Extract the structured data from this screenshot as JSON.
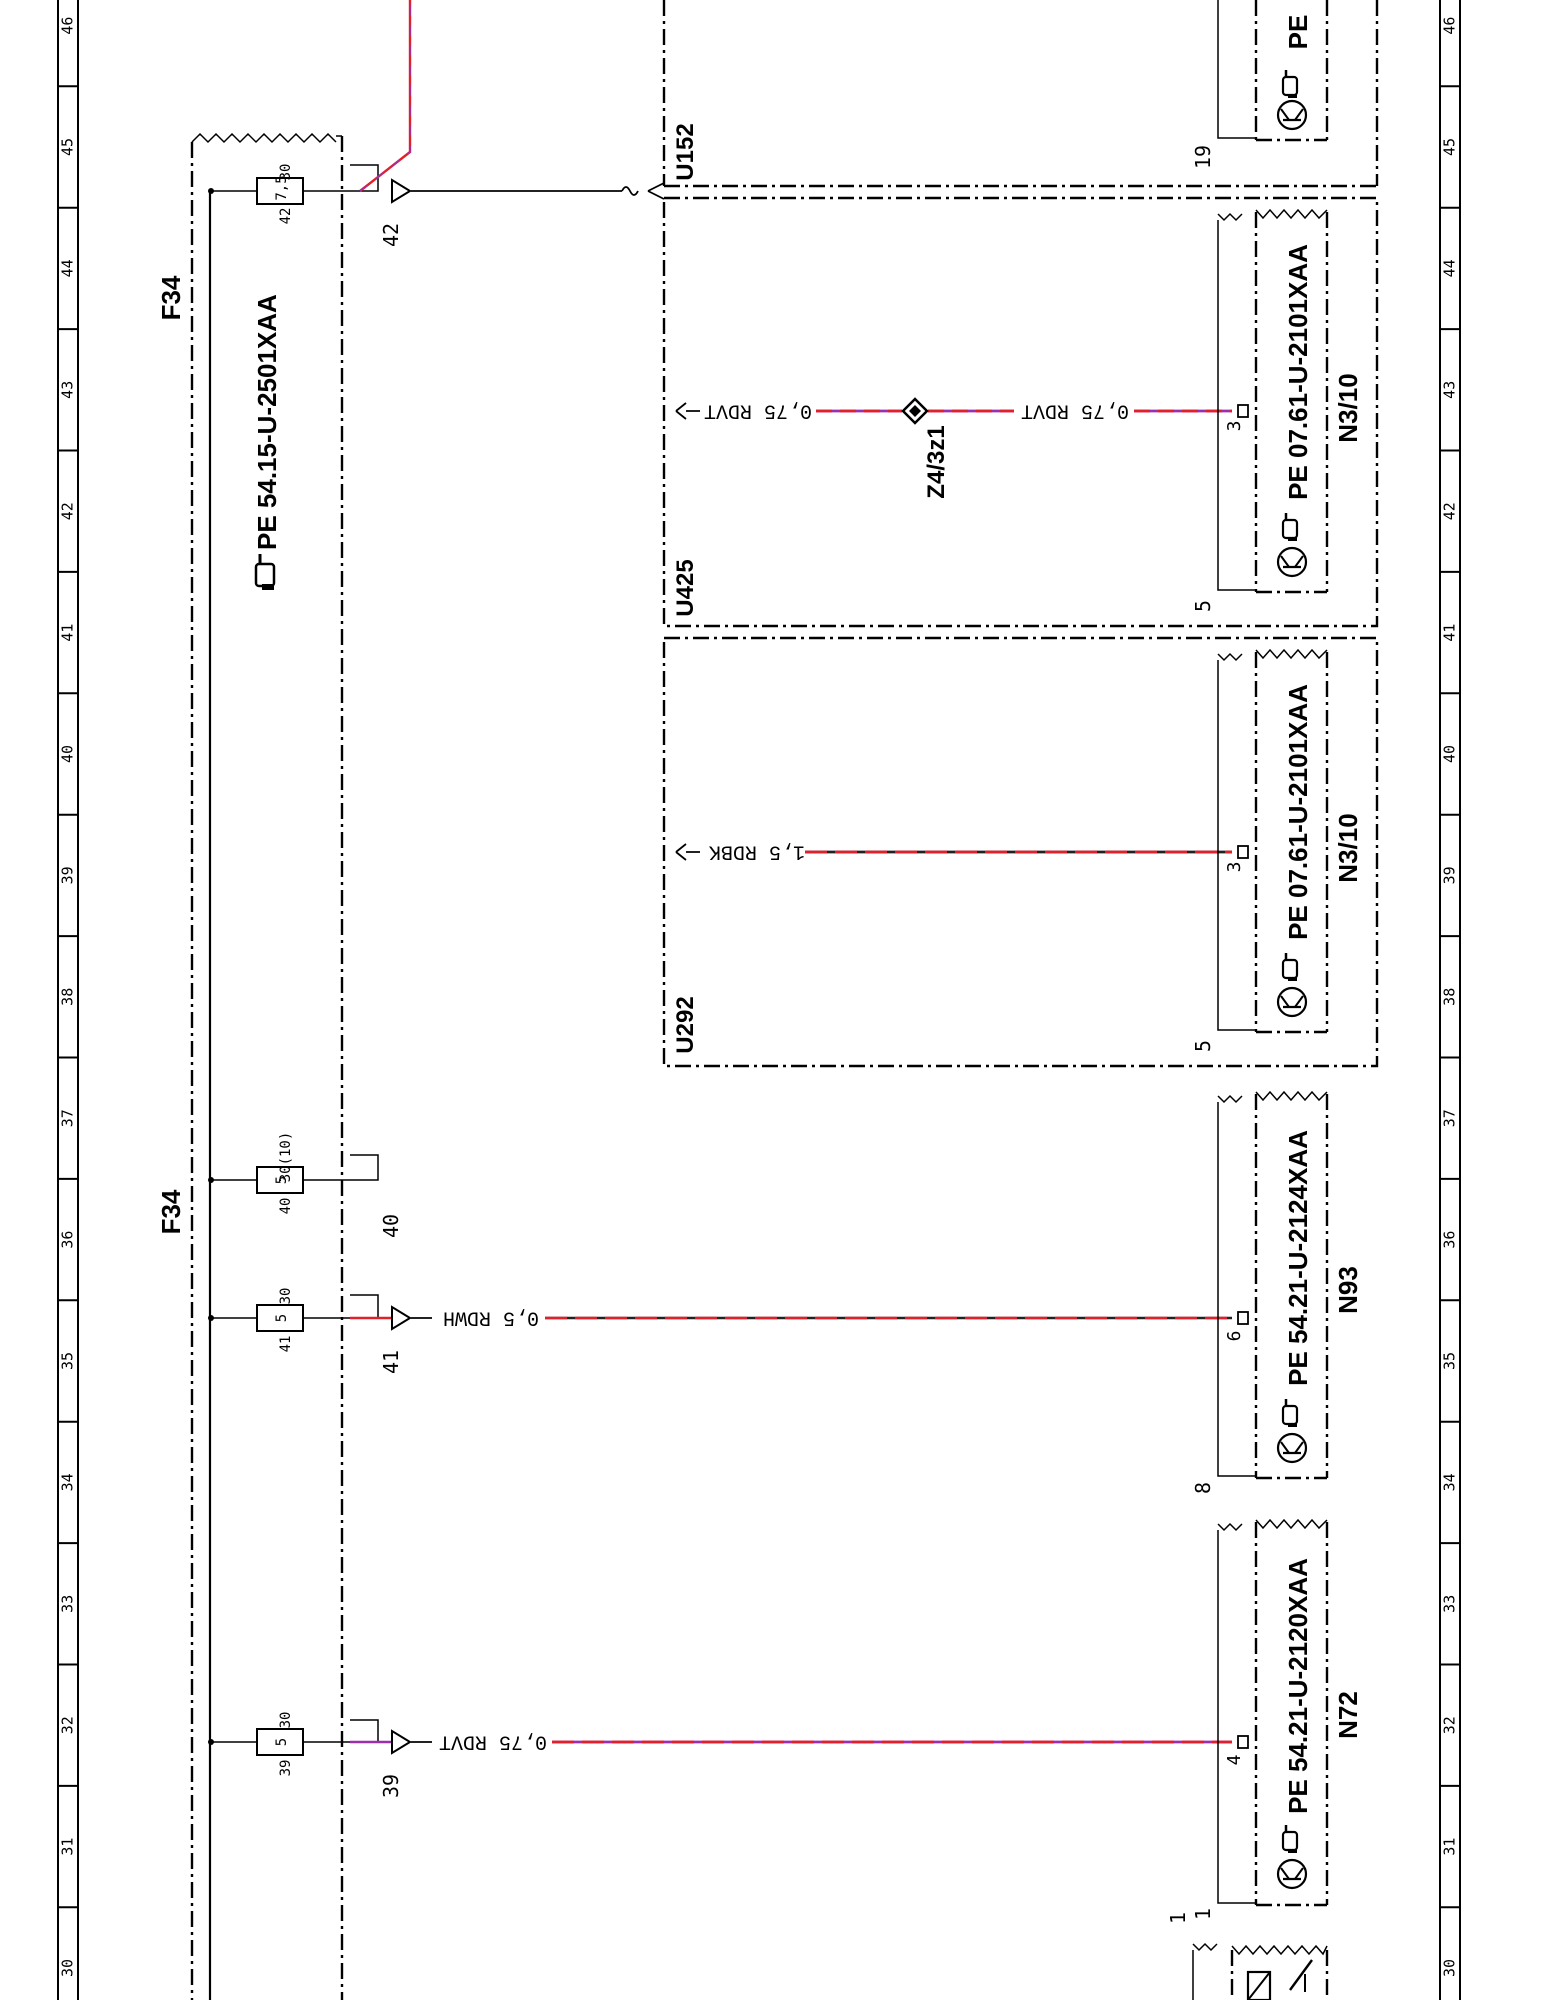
{
  "colors": {
    "wire_red": "#e0202a",
    "wire_violet": "#9b2fae",
    "wire_black": "#222222",
    "frame": "#000000"
  },
  "grid": {
    "numbers": [
      "30",
      "31",
      "32",
      "33",
      "34",
      "35",
      "36",
      "37",
      "38",
      "39",
      "40",
      "41",
      "42",
      "43",
      "44",
      "45",
      "46"
    ]
  },
  "fuse_box": {
    "designation_top": "F34",
    "designation_bottom": "F34",
    "reference": "PE 54.15-U-2501XAA",
    "reference_icon": "pointing-hand-icon",
    "fuses": [
      {
        "pin_in": "42",
        "rating": "7,5",
        "pin_out": "30",
        "terminal": "42"
      },
      {
        "pin_in": "40",
        "rating": "5",
        "pin_out": "30(10)",
        "terminal": "40"
      },
      {
        "pin_in": "41",
        "rating": "5",
        "pin_out": "30",
        "terminal": "41"
      },
      {
        "pin_in": "39",
        "rating": "5",
        "pin_out": "30",
        "terminal": "39"
      }
    ]
  },
  "wires": [
    {
      "label": "0,75 RDVT",
      "colors": [
        "red",
        "violet"
      ]
    },
    {
      "label": "0,5 RDWH",
      "colors": [
        "red",
        "black"
      ]
    },
    {
      "label": "1,5 RDBK",
      "colors": [
        "red",
        "black"
      ]
    },
    {
      "label": "0,75 RDVT",
      "colors": [
        "red",
        "violet"
      ]
    },
    {
      "label": "0,75 RDVT",
      "colors": [
        "red",
        "violet"
      ]
    }
  ],
  "splice": {
    "label": "Z4/3z1"
  },
  "variants": [
    {
      "label": "U152"
    },
    {
      "label": "U425"
    },
    {
      "label": "U292"
    }
  ],
  "components": [
    {
      "name": "",
      "reference": "PE",
      "pin_top": "19",
      "pin_bottom": ""
    },
    {
      "name": "N3/10",
      "reference": "PE  07.61-U-2101XAA",
      "pin_top": "5",
      "pin_bottom": "3"
    },
    {
      "name": "N3/10",
      "reference": "PE  07.61-U-2101XAA",
      "pin_top": "5",
      "pin_bottom": "3"
    },
    {
      "name": "N93",
      "reference": "PE  54.21-U-2124XAA",
      "pin_top": "8",
      "pin_bottom": "6"
    },
    {
      "name": "N72",
      "reference": "PE  54.21-U-2120XAA",
      "pin_top": "1",
      "pin_bottom": "4"
    },
    {
      "name": "",
      "reference": "",
      "pin_top": "1",
      "pin_bottom": ""
    }
  ]
}
